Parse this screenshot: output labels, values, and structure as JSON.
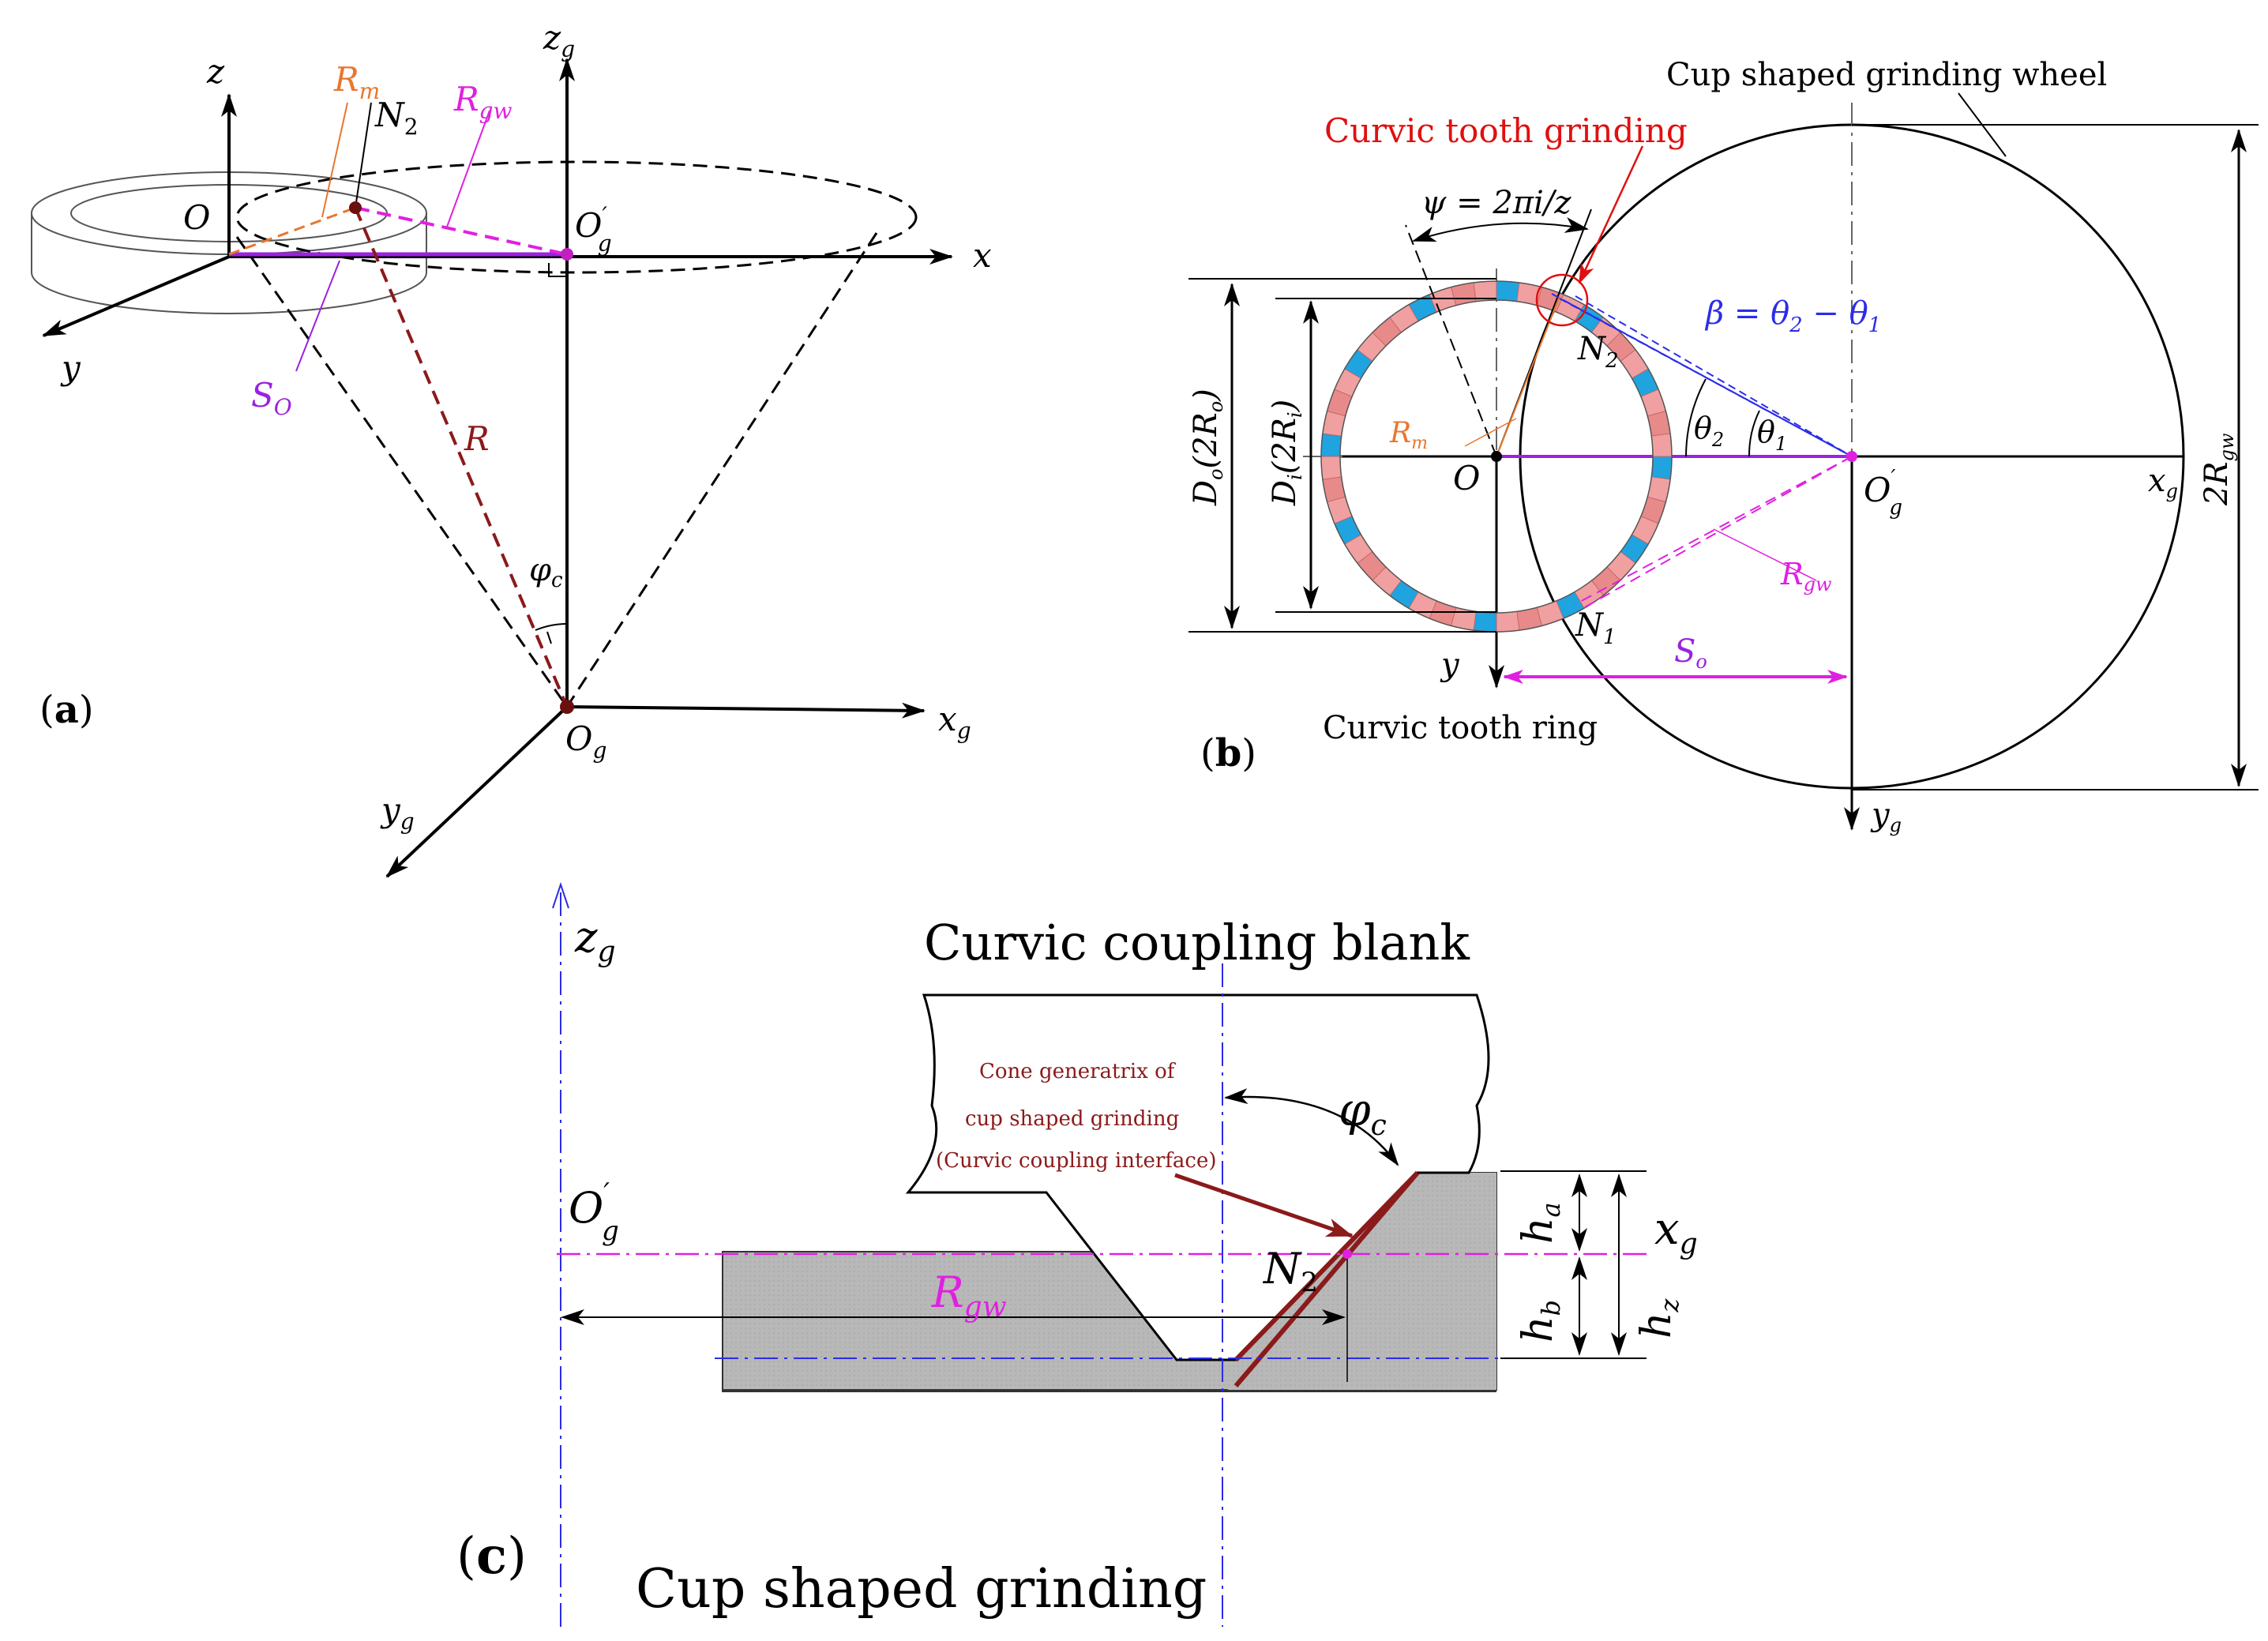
{
  "colors": {
    "black": "#000000",
    "orange": "#e8772e",
    "magenta": "#e020e0",
    "darkred": "#8b1a1a",
    "purple": "#9a22e0",
    "blue": "#2c2ce8",
    "red": "#e01010",
    "ring_pink": "#f0a0a0",
    "ring_blue": "#1fa4e0",
    "gray_fill": "#b4b4b4"
  },
  "panel_a": {
    "label_open": "(",
    "label_letter": "a",
    "label_close": ")",
    "z": "z",
    "zg": "z",
    "zg_sub": "g",
    "x": "x",
    "y": "y",
    "O": "O",
    "Og_prime": "O",
    "Og_prime_sub": "g",
    "Og_prime_sup": "′",
    "Rm": "R",
    "Rm_sub": "m",
    "N2": "N",
    "N2_sub": "2",
    "Rgw": "R",
    "Rgw_sub": "gw",
    "So": "S",
    "So_sub": "O",
    "R": "R",
    "phic": "φ",
    "phic_sub": "c",
    "Og": "O",
    "Og_sub": "g",
    "xg": "x",
    "xg_sub": "g",
    "yg": "y",
    "yg_sub": "g"
  },
  "panel_b": {
    "label_open": "(",
    "label_letter": "b",
    "label_close": ")",
    "title_wheel": "Cup shaped grinding wheel",
    "title_grinding": "Curvic tooth grinding",
    "psi": "ψ = 2πi/z",
    "beta": "β = θ",
    "beta_2": "2",
    "beta_mid": " − θ",
    "beta_1": "1",
    "N2": "N",
    "N2_sub": "2",
    "N1": "N",
    "N1_sub": "1",
    "theta2": "θ",
    "theta2_sub": "2",
    "theta1": "θ",
    "theta1_sub": "1",
    "Rm": "R",
    "Rm_sub": "m",
    "O": "O",
    "Og": "O",
    "Og_sub": "g",
    "Og_sup": "′",
    "xg": "x",
    "xg_sub": "g",
    "Rgw": "R",
    "Rgw_sub": "gw",
    "Do": "D",
    "Do_sub": "o",
    "Do_paren": "(2R",
    "Do_paren_sub": "o",
    "Do_close": ")",
    "Di": "D",
    "Di_sub": "i",
    "Di_paren": "(2R",
    "Di_paren_sub": "i",
    "Di_close": ")",
    "twoRgw": "2R",
    "twoRgw_sub": "gw",
    "y": "y",
    "So": "S",
    "So_sub": "o",
    "yg": "y",
    "yg_sub": "g",
    "ring_label": "Curvic tooth ring"
  },
  "panel_c": {
    "label_open": "(",
    "label_letter": "c",
    "label_close": ")",
    "zg": "z",
    "zg_sub": "g",
    "Og": "O",
    "Og_sub": "g",
    "Og_sup": "′",
    "blank_title": "Curvic coupling blank",
    "note_line1": "Cone generatrix of",
    "note_line2": "cup shaped grinding",
    "note_line3": "(Curvic coupling interface)",
    "phic": "φ",
    "phic_sub": "c",
    "ha": "h",
    "ha_sub": "a",
    "hb": "h",
    "hb_sub": "b",
    "hz": "h",
    "hz_sub": "z",
    "xg": "x",
    "xg_sub": "g",
    "N2": "N",
    "N2_sub": "2",
    "Rgw": "R",
    "Rgw_sub": "gw",
    "bottom_title": "Cup shaped grinding"
  }
}
